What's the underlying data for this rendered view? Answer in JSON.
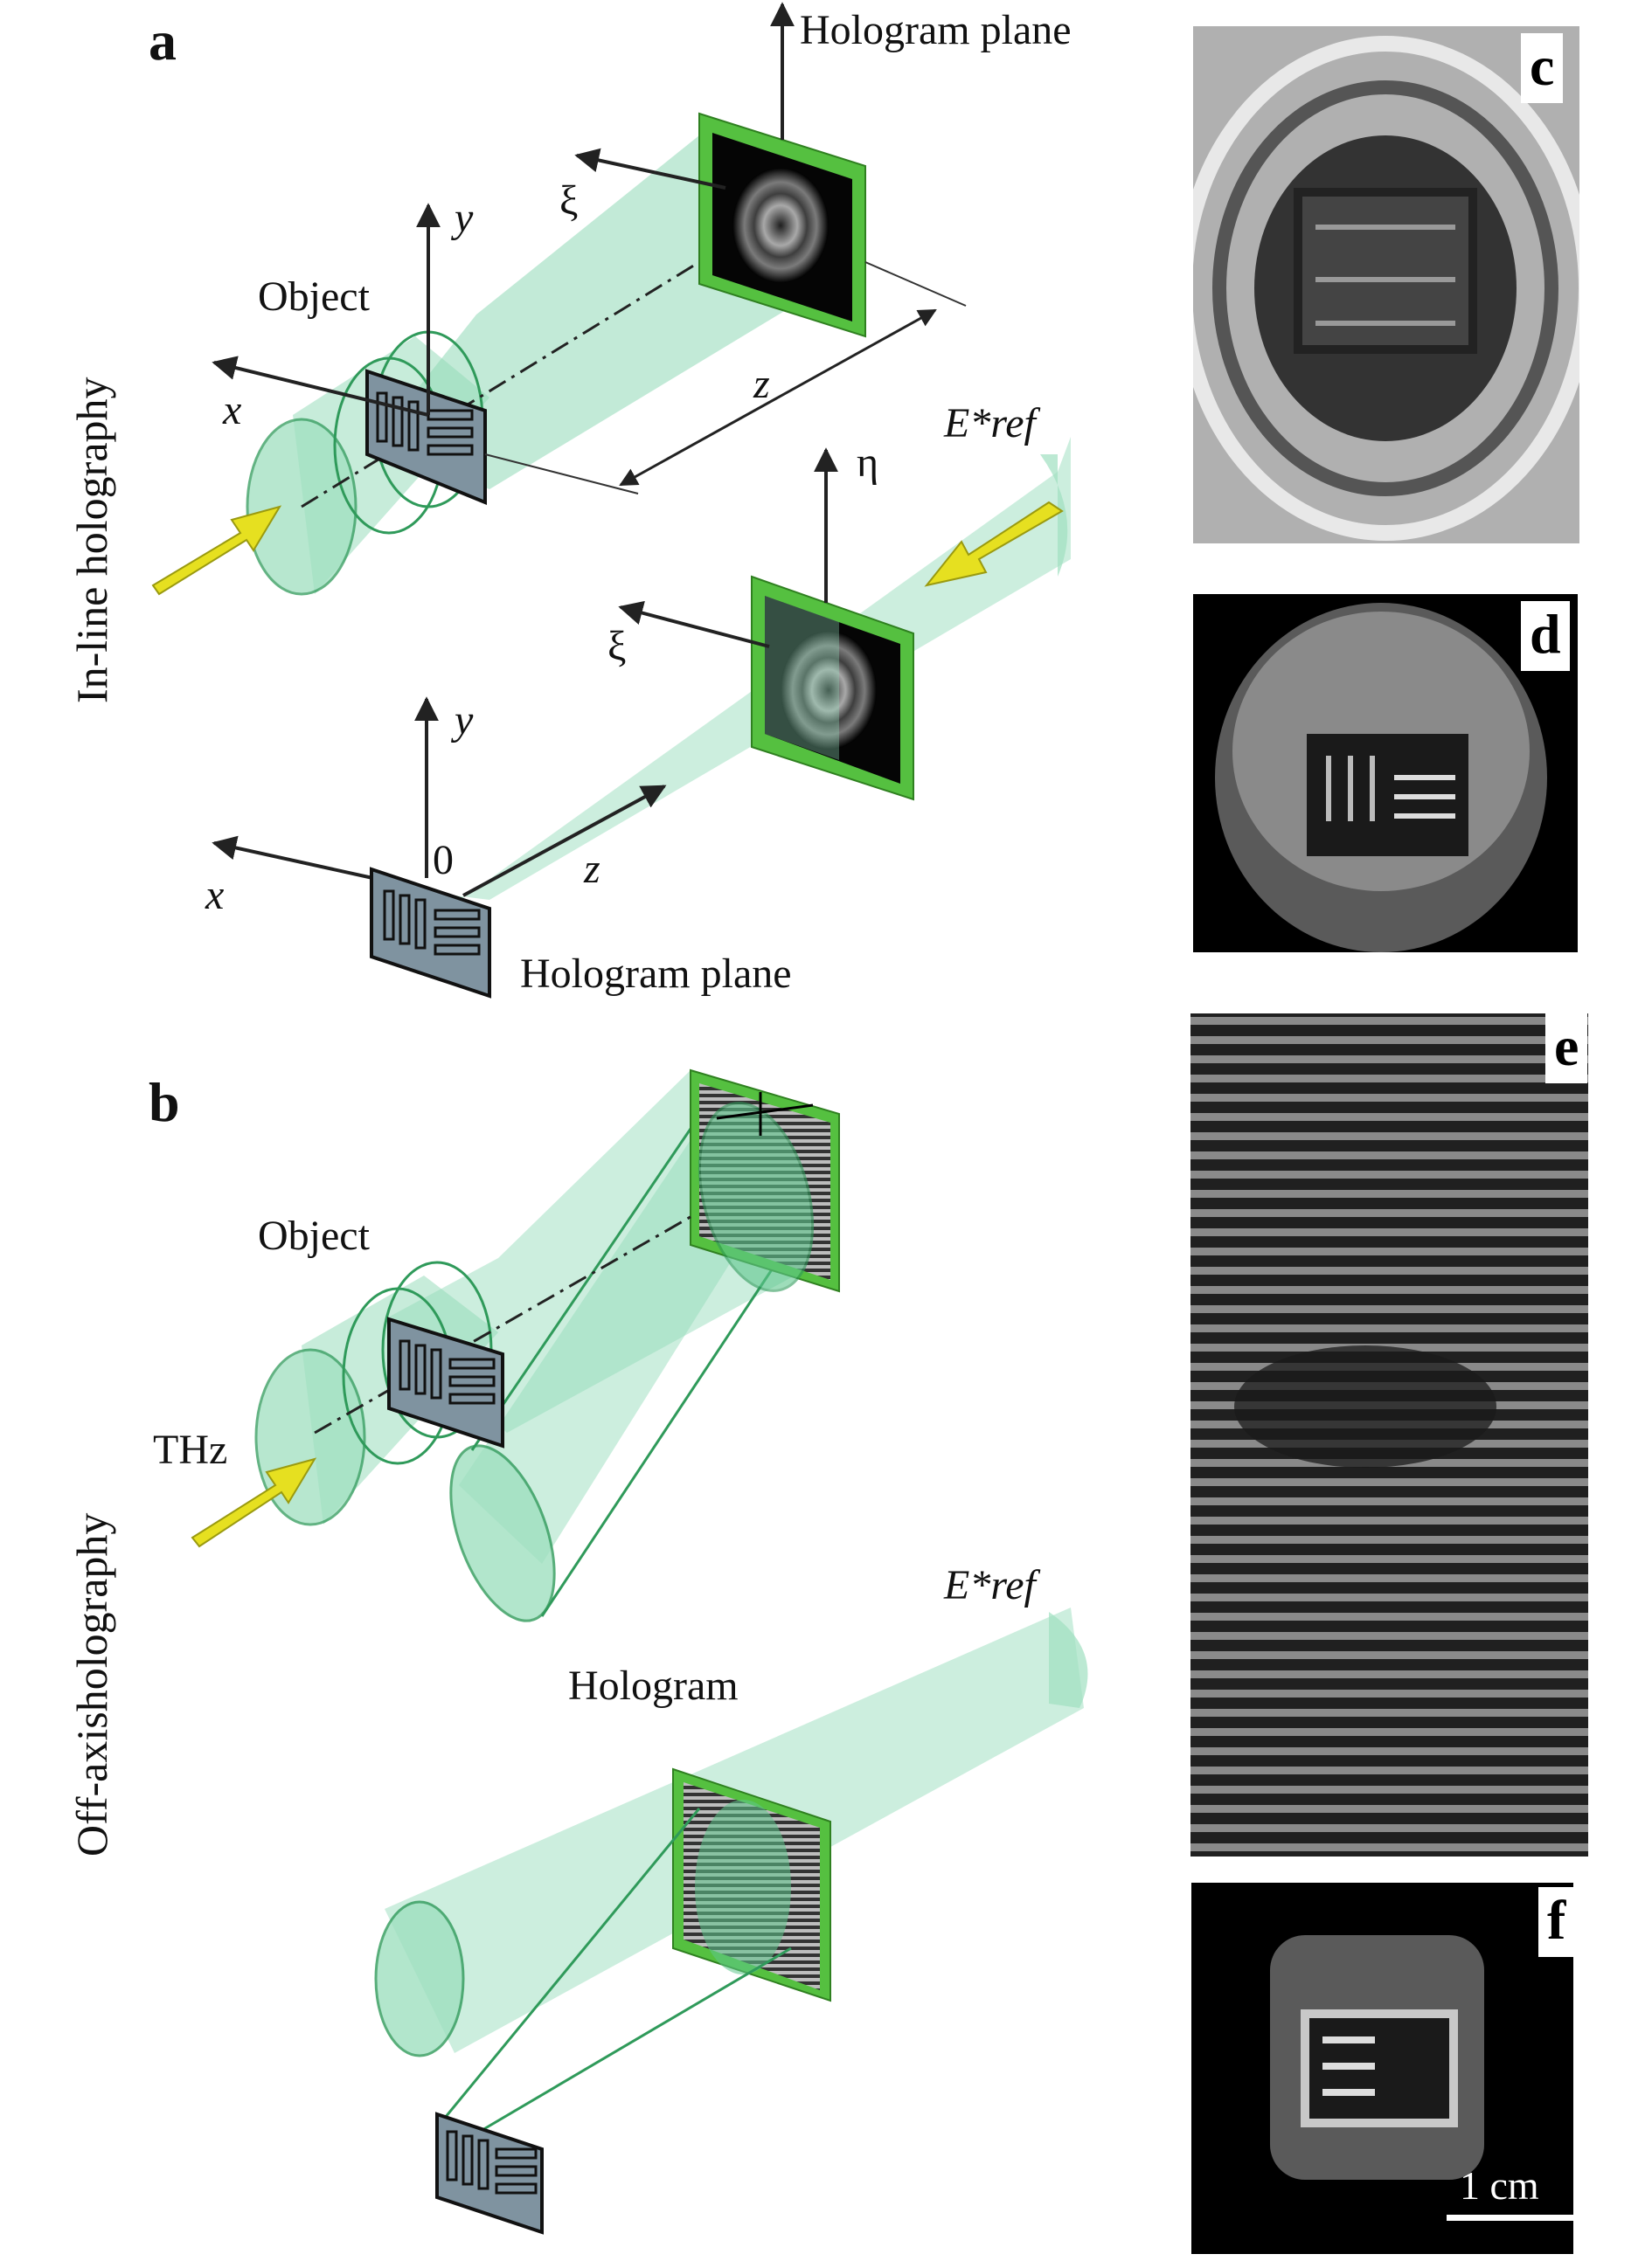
{
  "panels": {
    "a": {
      "letter": "a",
      "title": "In-line holography"
    },
    "b": {
      "letter": "b",
      "title": "Off-axisholography"
    },
    "c": {
      "letter": "c"
    },
    "d": {
      "letter": "d"
    },
    "e": {
      "letter": "e"
    },
    "f": {
      "letter": "f"
    }
  },
  "labels": {
    "hologram_plane_top": "Hologram plane",
    "hologram_plane_bottom": "Hologram plane",
    "object_a": "Object",
    "object_b": "Object",
    "hologram_b": "Hologram",
    "thz": "THz",
    "x_top": "x",
    "y_top": "y",
    "xi_top": "ξ",
    "z_top": "z",
    "eref_a": "E*ref",
    "eta": "η",
    "xi_mid": "ξ",
    "x_bot": "x",
    "y_bot": "y",
    "zero": "0",
    "z_bot": "z",
    "eref_b": "E*ref"
  },
  "scale_bar": {
    "label": "1 cm"
  },
  "colors": {
    "beam": "#8fd9b6",
    "beam_edge": "#2f9a5a",
    "frame_green": "#55c040",
    "arrow_yellow": "#e6e020",
    "object_gray": "#7f93a0"
  }
}
